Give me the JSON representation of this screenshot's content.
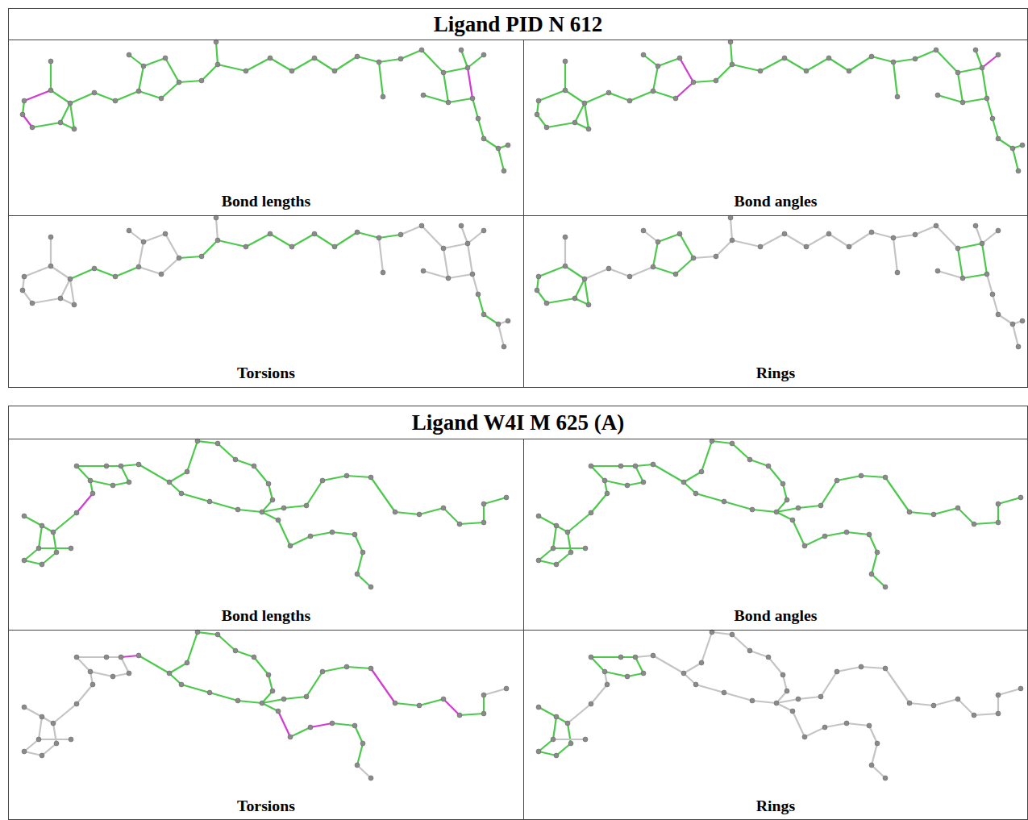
{
  "diagram": {
    "nodes": [
      {
        "text": [
          "Ligand PID N 612"
        ]
      },
      {
        "text": [
          "Bond lengths"
        ],
        "in": 0
      },
      {
        "text": [
          "Bond angles"
        ],
        "in": 0
      },
      {
        "text": [
          "Torsions"
        ],
        "in": 0
      },
      {
        "text": [
          "Rings"
        ],
        "in": 0
      },
      {
        "text": [
          "Ligand W4I M 625 (A)"
        ]
      },
      {
        "text": [
          "Bond lengths"
        ],
        "in": 5
      },
      {
        "text": [
          "Bond angles"
        ],
        "in": 5
      },
      {
        "text": [
          "Torsions"
        ],
        "in": 5
      },
      {
        "text": [
          "Rings"
        ],
        "in": 5
      }
    ]
  }
}
